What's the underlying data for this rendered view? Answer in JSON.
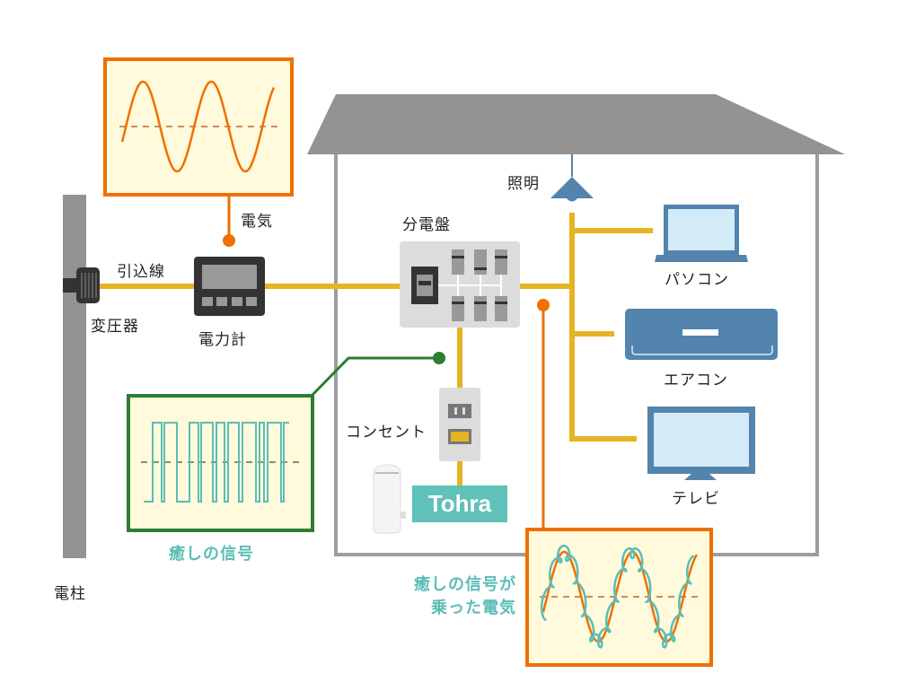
{
  "labels": {
    "denki": "電気",
    "hikikomisen": "引込線",
    "henatsuki": "変圧器",
    "denryokukei": "電力計",
    "bundenban": "分電盤",
    "shomei": "照明",
    "pasokon": "パソコン",
    "eakon": "エアコン",
    "terebi": "テレビ",
    "konsento": "コンセント",
    "denchu": "電柱",
    "iyashi_signal": "癒しの信号",
    "iyashi_electric_line1": "癒しの信号が",
    "iyashi_electric_line2": "乗った電気",
    "tohra": "Tohra"
  },
  "colors": {
    "power_line": "#e6b422",
    "orange": "#ef7000",
    "green": "#2e7d32",
    "teal": "#5bbdb7",
    "appliance_blue": "#5384ad",
    "screen_light": "#d3ebf9",
    "roof_gray": "#939393",
    "panel_bg": "#fffadb"
  },
  "waveforms": {
    "electricity": "sine",
    "healing_signal": "pulse",
    "combined": "sine-with-ripple"
  }
}
